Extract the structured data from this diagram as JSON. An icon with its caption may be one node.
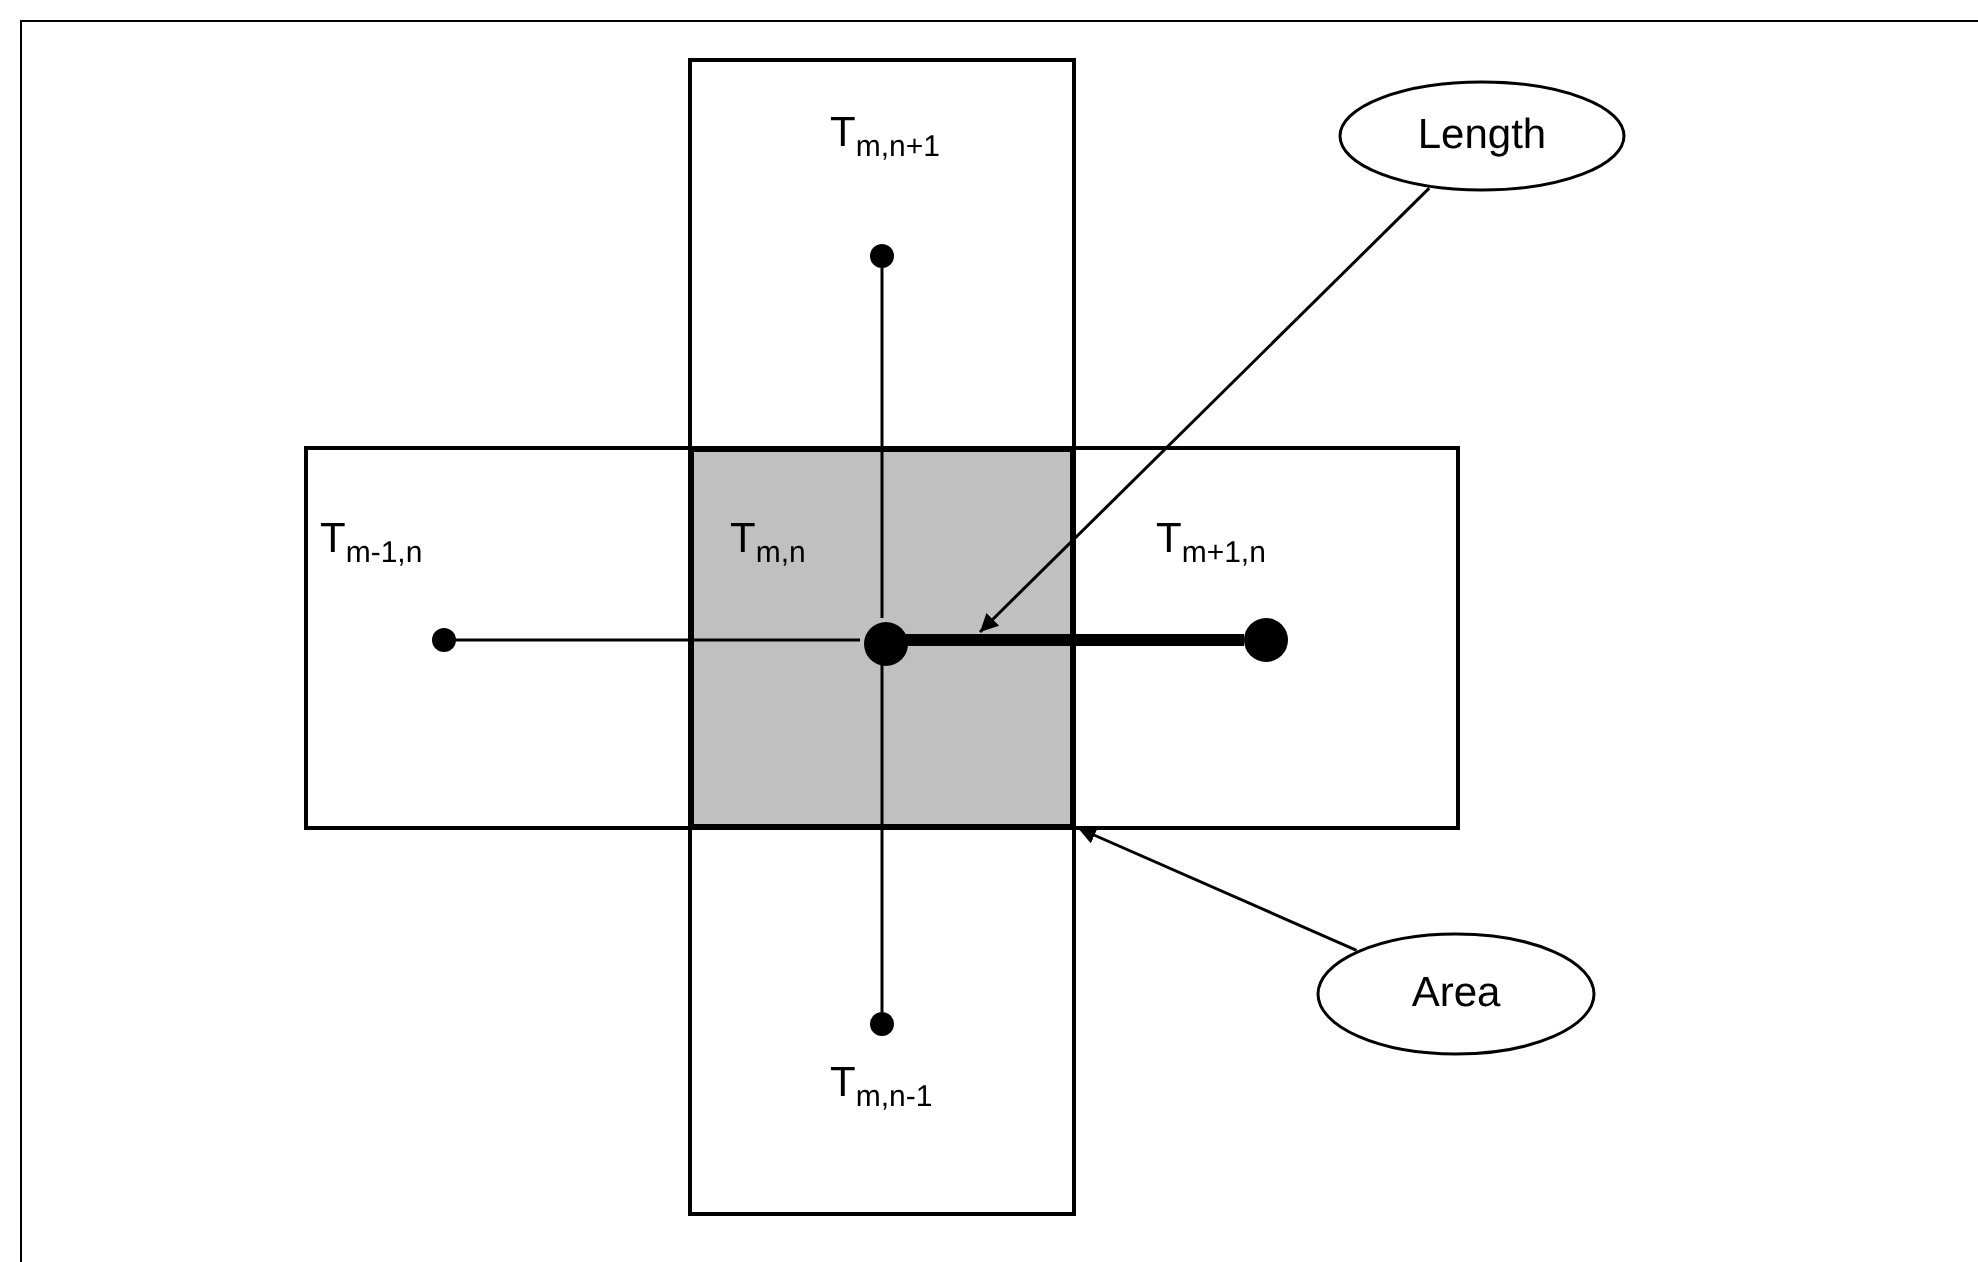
{
  "diagram": {
    "nodes": [
      {
        "text": [],
        "shape": "circle",
        "beside": [
          "T$_{m,n+1}$"
        ]
      },
      {
        "text": [],
        "shape": "circle",
        "beside": [
          "T$_{m-1,n}$"
        ]
      },
      {
        "text": [],
        "shape": "box"
      },
      {
        "text": [],
        "shape": "circle",
        "beside": [
          "T$_{m,n}$"
        ],
        "in": 2
      },
      {
        "text": [],
        "shape": "circle",
        "beside": [
          "T$_{m+1,n}$"
        ]
      },
      {
        "text": [],
        "shape": "circle",
        "beside": [
          "T$_{m,n-1}$"
        ]
      },
      {
        "text": [
          "Length"
        ]
      },
      {
        "text": [
          "Area"
        ]
      }
    ],
    "edges": [
      {
        "from": 0,
        "to": 3,
        "arrow": "none"
      },
      {
        "from": 1,
        "to": 3,
        "arrow": "none"
      },
      {
        "from": 3,
        "to": 5,
        "arrow": "none"
      },
      {
        "from": 3,
        "to": 4,
        "arrow": "none",
        "style": "thick"
      },
      {
        "from": 6,
        "to": null,
        "arrow": "to"
      },
      {
        "from": 7,
        "to": 2,
        "arrow": "to"
      }
    ]
  }
}
